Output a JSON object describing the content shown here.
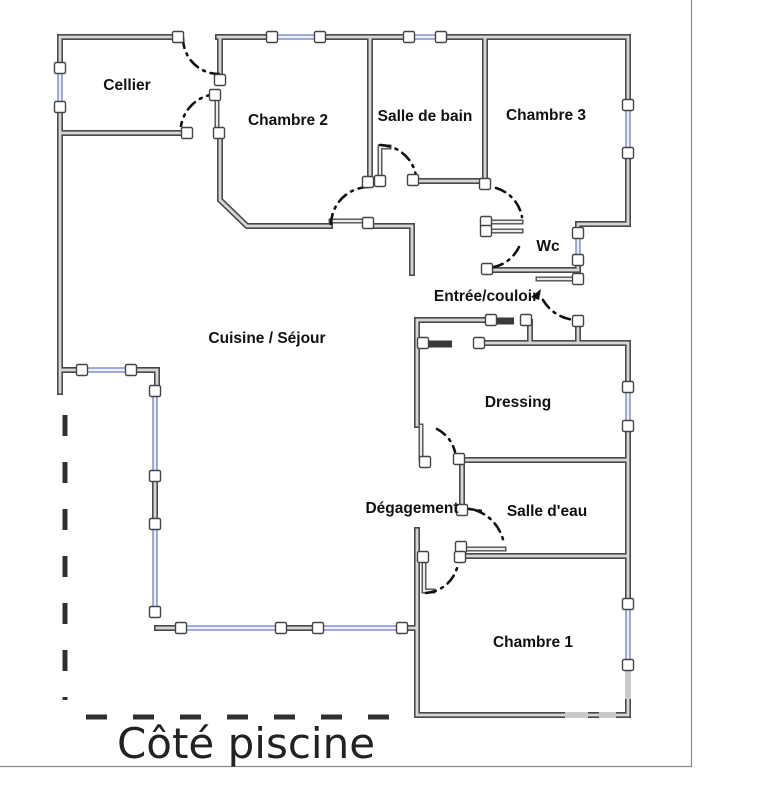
{
  "caption": "Côté piscine",
  "rooms": {
    "cellier": "Cellier",
    "chambre2": "Chambre 2",
    "salle_de_bain": "Salle de bain",
    "chambre3": "Chambre 3",
    "wc": "Wc",
    "entree": "Entrée/couloir",
    "cuisine": "Cuisine / Séjour",
    "dressing": "Dressing",
    "degagement": "Dégagement",
    "salle_deau": "Salle d'eau",
    "chambre1": "Chambre 1"
  },
  "colors": {
    "wall_outline": "#4a4a4a",
    "wall_core": "#d6d6d6",
    "window_blue": "#8791ce",
    "door_arc": "#111111",
    "pool_dash": "#2f2f2f",
    "background": "#ffffff"
  }
}
